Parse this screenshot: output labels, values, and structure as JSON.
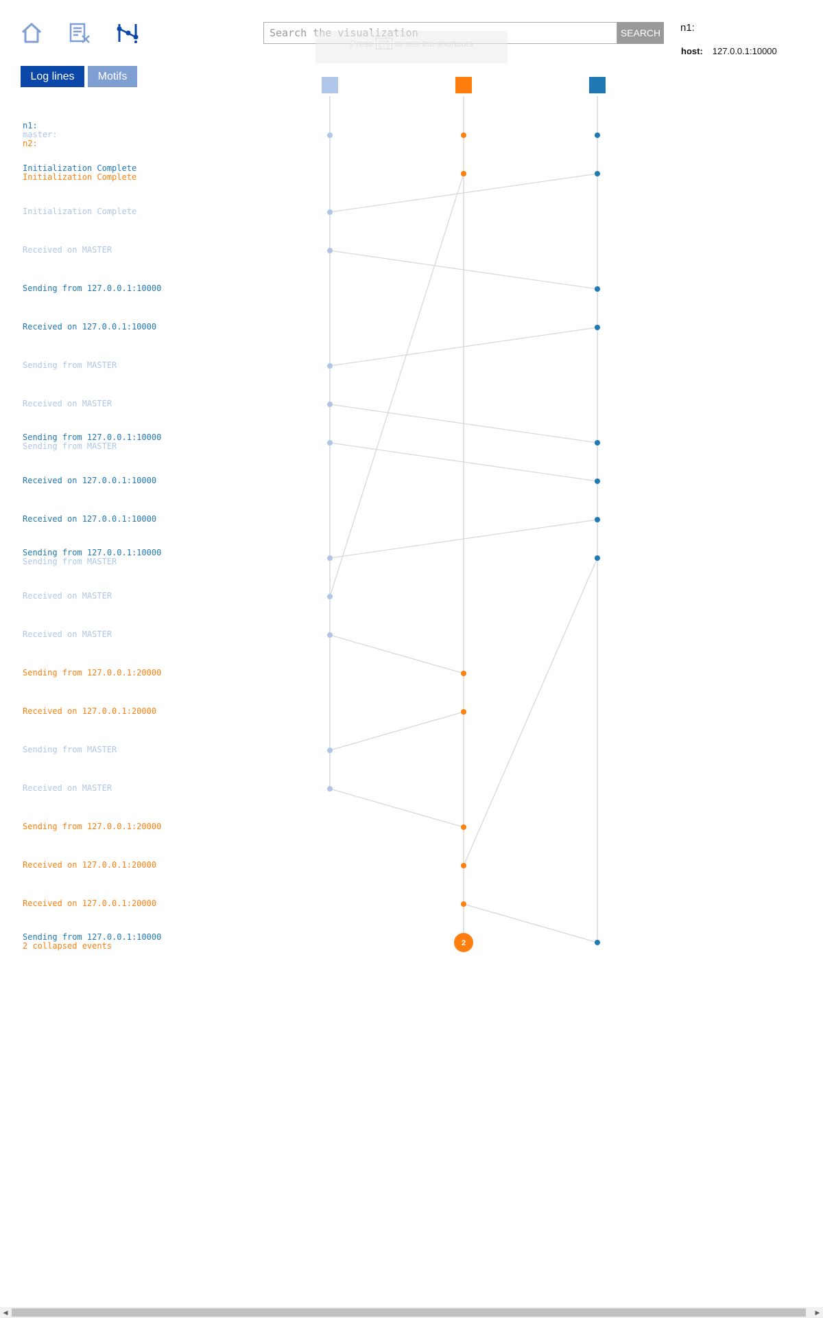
{
  "nav": {
    "icons": [
      {
        "name": "home-icon"
      },
      {
        "name": "log-input-icon"
      },
      {
        "name": "visualization-icon"
      }
    ]
  },
  "search": {
    "placeholder": "Search the visualization",
    "button_label": "SEARCH"
  },
  "hint": {
    "prefix": "Press",
    "key": "[?]",
    "suffix": "to see the shortcuts"
  },
  "tabs": {
    "log_lines": "Log lines",
    "motifs": "Motifs"
  },
  "host_info": {
    "title": "n1:",
    "host_key": "host:",
    "host_value": "127.0.0.1:10000"
  },
  "colors": {
    "master": "#aec7e8",
    "n2": "#ff7f0e",
    "n1": "#1f77b4",
    "edge": "#d8d8d8",
    "accent": "#0a47a9"
  },
  "hosts": [
    {
      "id": "master",
      "color": "#aec7e8"
    },
    {
      "id": "n2",
      "color": "#ff7f0e"
    },
    {
      "id": "n1",
      "color": "#1f77b4"
    }
  ],
  "rows": [
    {
      "lines": [
        {
          "text": "n1:",
          "host": "n1"
        },
        {
          "text": "master:",
          "host": "master"
        },
        {
          "text": "n2:",
          "host": "n2"
        }
      ],
      "nodes": [
        "master",
        "n2",
        "n1"
      ]
    },
    {
      "lines": [
        {
          "text": "Initialization Complete",
          "host": "n1"
        },
        {
          "text": "Initialization Complete",
          "host": "n2"
        }
      ],
      "nodes": [
        "n2",
        "n1"
      ]
    },
    {
      "lines": [
        {
          "text": "Initialization Complete",
          "host": "master"
        }
      ],
      "nodes": [
        "master"
      ]
    },
    {
      "lines": [
        {
          "text": "Received on MASTER",
          "host": "master"
        }
      ],
      "nodes": [
        "master"
      ]
    },
    {
      "lines": [
        {
          "text": "Sending from 127.0.0.1:10000",
          "host": "n1"
        }
      ],
      "nodes": [
        "n1"
      ]
    },
    {
      "lines": [
        {
          "text": "Received on 127.0.0.1:10000",
          "host": "n1"
        }
      ],
      "nodes": [
        "n1"
      ]
    },
    {
      "lines": [
        {
          "text": "Sending from MASTER",
          "host": "master"
        }
      ],
      "nodes": [
        "master"
      ]
    },
    {
      "lines": [
        {
          "text": "Received on MASTER",
          "host": "master"
        }
      ],
      "nodes": [
        "master"
      ]
    },
    {
      "lines": [
        {
          "text": "Sending from 127.0.0.1:10000",
          "host": "n1"
        },
        {
          "text": "Sending from MASTER",
          "host": "master"
        }
      ],
      "nodes": [
        "master",
        "n1"
      ]
    },
    {
      "lines": [
        {
          "text": "Received on 127.0.0.1:10000",
          "host": "n1"
        }
      ],
      "nodes": [
        "n1"
      ]
    },
    {
      "lines": [
        {
          "text": "Received on 127.0.0.1:10000",
          "host": "n1"
        }
      ],
      "nodes": [
        "n1"
      ]
    },
    {
      "lines": [
        {
          "text": "Sending from 127.0.0.1:10000",
          "host": "n1"
        },
        {
          "text": "Sending from MASTER",
          "host": "master"
        }
      ],
      "nodes": [
        "master",
        "n1"
      ]
    },
    {
      "lines": [
        {
          "text": "Received on MASTER",
          "host": "master"
        }
      ],
      "nodes": [
        "master"
      ]
    },
    {
      "lines": [
        {
          "text": "Received on MASTER",
          "host": "master"
        }
      ],
      "nodes": [
        "master"
      ]
    },
    {
      "lines": [
        {
          "text": "Sending from 127.0.0.1:20000",
          "host": "n2"
        }
      ],
      "nodes": [
        "n2"
      ]
    },
    {
      "lines": [
        {
          "text": "Received on 127.0.0.1:20000",
          "host": "n2"
        }
      ],
      "nodes": [
        "n2"
      ]
    },
    {
      "lines": [
        {
          "text": "Sending from MASTER",
          "host": "master"
        }
      ],
      "nodes": [
        "master"
      ]
    },
    {
      "lines": [
        {
          "text": "Received on MASTER",
          "host": "master"
        }
      ],
      "nodes": [
        "master"
      ]
    },
    {
      "lines": [
        {
          "text": "Sending from 127.0.0.1:20000",
          "host": "n2"
        }
      ],
      "nodes": [
        "n2"
      ]
    },
    {
      "lines": [
        {
          "text": "Received on 127.0.0.1:20000",
          "host": "n2"
        }
      ],
      "nodes": [
        "n2"
      ]
    },
    {
      "lines": [
        {
          "text": "Received on 127.0.0.1:20000",
          "host": "n2"
        }
      ],
      "nodes": [
        "n2"
      ]
    },
    {
      "lines": [
        {
          "text": "Sending from 127.0.0.1:10000",
          "host": "n1"
        },
        {
          "text": "2 collapsed events",
          "host": "n2"
        }
      ],
      "nodes": [
        "n1"
      ],
      "collapsed": {
        "host": "n2",
        "count": "2"
      }
    }
  ],
  "messages": [
    {
      "from_host": "n1",
      "from_row": 1,
      "to_host": "master",
      "to_row": 2
    },
    {
      "from_host": "master",
      "from_row": 3,
      "to_host": "n1",
      "to_row": 4
    },
    {
      "from_host": "n1",
      "from_row": 5,
      "to_host": "master",
      "to_row": 6
    },
    {
      "from_host": "master",
      "from_row": 7,
      "to_host": "n1",
      "to_row": 8
    },
    {
      "from_host": "master",
      "from_row": 8,
      "to_host": "n1",
      "to_row": 9
    },
    {
      "from_host": "n1",
      "from_row": 10,
      "to_host": "master",
      "to_row": 11
    },
    {
      "from_host": "n2",
      "from_row": 1,
      "to_host": "master",
      "to_row": 12
    },
    {
      "from_host": "master",
      "from_row": 13,
      "to_host": "n2",
      "to_row": 14
    },
    {
      "from_host": "n2",
      "from_row": 15,
      "to_host": "master",
      "to_row": 16
    },
    {
      "from_host": "master",
      "from_row": 17,
      "to_host": "n2",
      "to_row": 18
    },
    {
      "from_host": "n1",
      "from_row": 11,
      "to_host": "n2",
      "to_row": 19
    },
    {
      "from_host": "n2",
      "from_row": 20,
      "to_host": "n1",
      "to_row": 21
    }
  ]
}
